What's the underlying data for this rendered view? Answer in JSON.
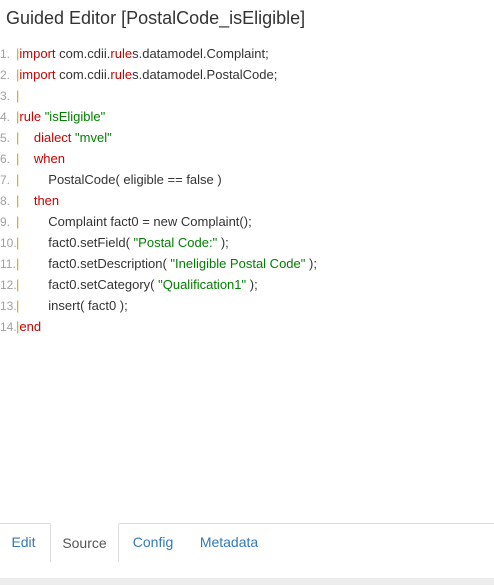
{
  "title": "Guided Editor [PostalCode_isEligible]",
  "code": {
    "lines": [
      {
        "num": "1.",
        "parts": [
          [
            "bar",
            "|"
          ],
          [
            "kw",
            "import"
          ],
          [
            "plain",
            " com.cdii."
          ],
          [
            "kw",
            "rule"
          ],
          [
            "plain",
            "s.datamodel.Complaint;"
          ]
        ]
      },
      {
        "num": "2.",
        "parts": [
          [
            "bar",
            "|"
          ],
          [
            "kw",
            "import"
          ],
          [
            "plain",
            " com.cdii."
          ],
          [
            "kw",
            "rule"
          ],
          [
            "plain",
            "s.datamodel.PostalCode;"
          ]
        ]
      },
      {
        "num": "3.",
        "parts": [
          [
            "bar",
            "|"
          ]
        ]
      },
      {
        "num": "4.",
        "parts": [
          [
            "bar",
            "|"
          ],
          [
            "kw",
            "rule"
          ],
          [
            "str",
            " \"isEligible\""
          ]
        ]
      },
      {
        "num": "5.",
        "parts": [
          [
            "bar",
            "|"
          ],
          [
            "plain",
            "    "
          ],
          [
            "kw",
            "dialect"
          ],
          [
            "str",
            " \"mvel\""
          ]
        ]
      },
      {
        "num": "6.",
        "parts": [
          [
            "bar",
            "|"
          ],
          [
            "plain",
            "    "
          ],
          [
            "kw",
            "when"
          ]
        ]
      },
      {
        "num": "7.",
        "parts": [
          [
            "bar",
            "|"
          ],
          [
            "plain",
            "        PostalCode( eligible == false )"
          ]
        ]
      },
      {
        "num": "8.",
        "parts": [
          [
            "bar",
            "|"
          ],
          [
            "plain",
            "    "
          ],
          [
            "kw",
            "then"
          ]
        ]
      },
      {
        "num": "9.",
        "parts": [
          [
            "bar",
            "|"
          ],
          [
            "plain",
            "        Complaint fact0 = new Complaint();"
          ]
        ]
      },
      {
        "num": "10.",
        "parts": [
          [
            "bar",
            "|"
          ],
          [
            "plain",
            "        fact0.setField( "
          ],
          [
            "str",
            "\"Postal Code:\""
          ],
          [
            "plain",
            " );"
          ]
        ]
      },
      {
        "num": "11.",
        "parts": [
          [
            "bar",
            "|"
          ],
          [
            "plain",
            "        fact0.setDescription( "
          ],
          [
            "str",
            "\"Ineligible Postal Code\""
          ],
          [
            "plain",
            " );"
          ]
        ]
      },
      {
        "num": "12.",
        "parts": [
          [
            "bar",
            "|"
          ],
          [
            "plain",
            "        fact0.setCategory( "
          ],
          [
            "str",
            "\"Qualification1\""
          ],
          [
            "plain",
            " );"
          ]
        ]
      },
      {
        "num": "13.",
        "parts": [
          [
            "bar",
            "|"
          ],
          [
            "plain",
            "        insert( fact0 );"
          ]
        ]
      },
      {
        "num": "14.",
        "parts": [
          [
            "bar",
            "|"
          ],
          [
            "kw",
            "end"
          ]
        ]
      }
    ]
  },
  "tabs": {
    "edit": "Edit",
    "source": "Source",
    "config": "Config",
    "metadata": "Metadata",
    "active": "Source"
  },
  "colors": {
    "keyword": "#cc0000",
    "string": "#008000",
    "bar": "#d9a000",
    "link": "#337ab7"
  }
}
